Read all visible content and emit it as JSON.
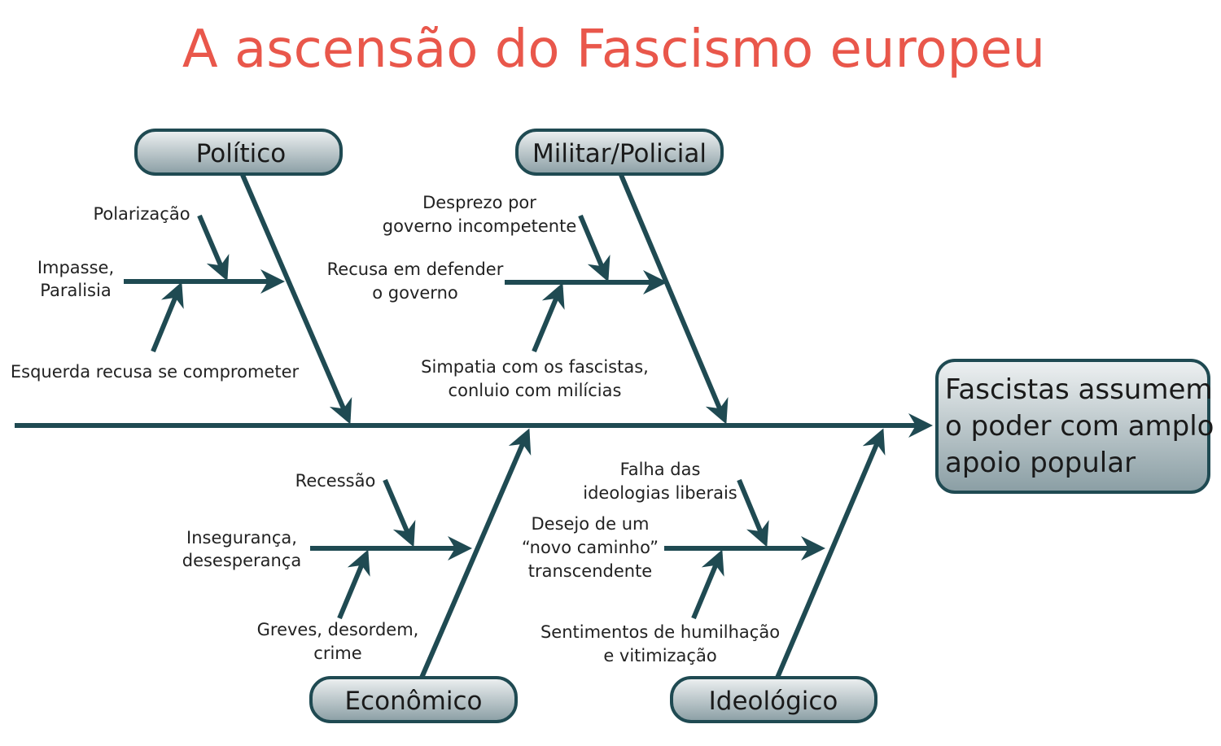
{
  "title": "A ascensão do Fascismo europeu",
  "effect": {
    "lines": [
      "Fascistas assumem",
      "o poder com amplo",
      "apoio popular"
    ]
  },
  "categories": {
    "politico": {
      "label": "Político",
      "causes": {
        "a": [
          "Polarização"
        ],
        "b": [
          "Impasse,",
          "Paralisia"
        ],
        "c": [
          "Esquerda recusa se comprometer"
        ]
      }
    },
    "militar": {
      "label": "Militar/Policial",
      "causes": {
        "a": [
          "Desprezo por",
          "governo incompetente"
        ],
        "b": [
          "Recusa em defender",
          "o governo"
        ],
        "c": [
          "Simpatia com os fascistas,",
          "conluio com milícias"
        ]
      }
    },
    "economico": {
      "label": "Econômico",
      "causes": {
        "a": [
          "Recessão"
        ],
        "b": [
          "Insegurança,",
          "desesperança"
        ],
        "c": [
          "Greves, desordem,",
          "crime"
        ]
      }
    },
    "ideologico": {
      "label": "Ideológico",
      "causes": {
        "a": [
          "Falha das",
          "ideologias liberais"
        ],
        "b": [
          "Desejo de um",
          "“novo caminho”",
          "transcendente"
        ],
        "c": [
          "Sentimentos de humilhação",
          "e vitimização"
        ]
      }
    }
  },
  "colors": {
    "title": "#e9574b",
    "line": "#1f4a52"
  }
}
